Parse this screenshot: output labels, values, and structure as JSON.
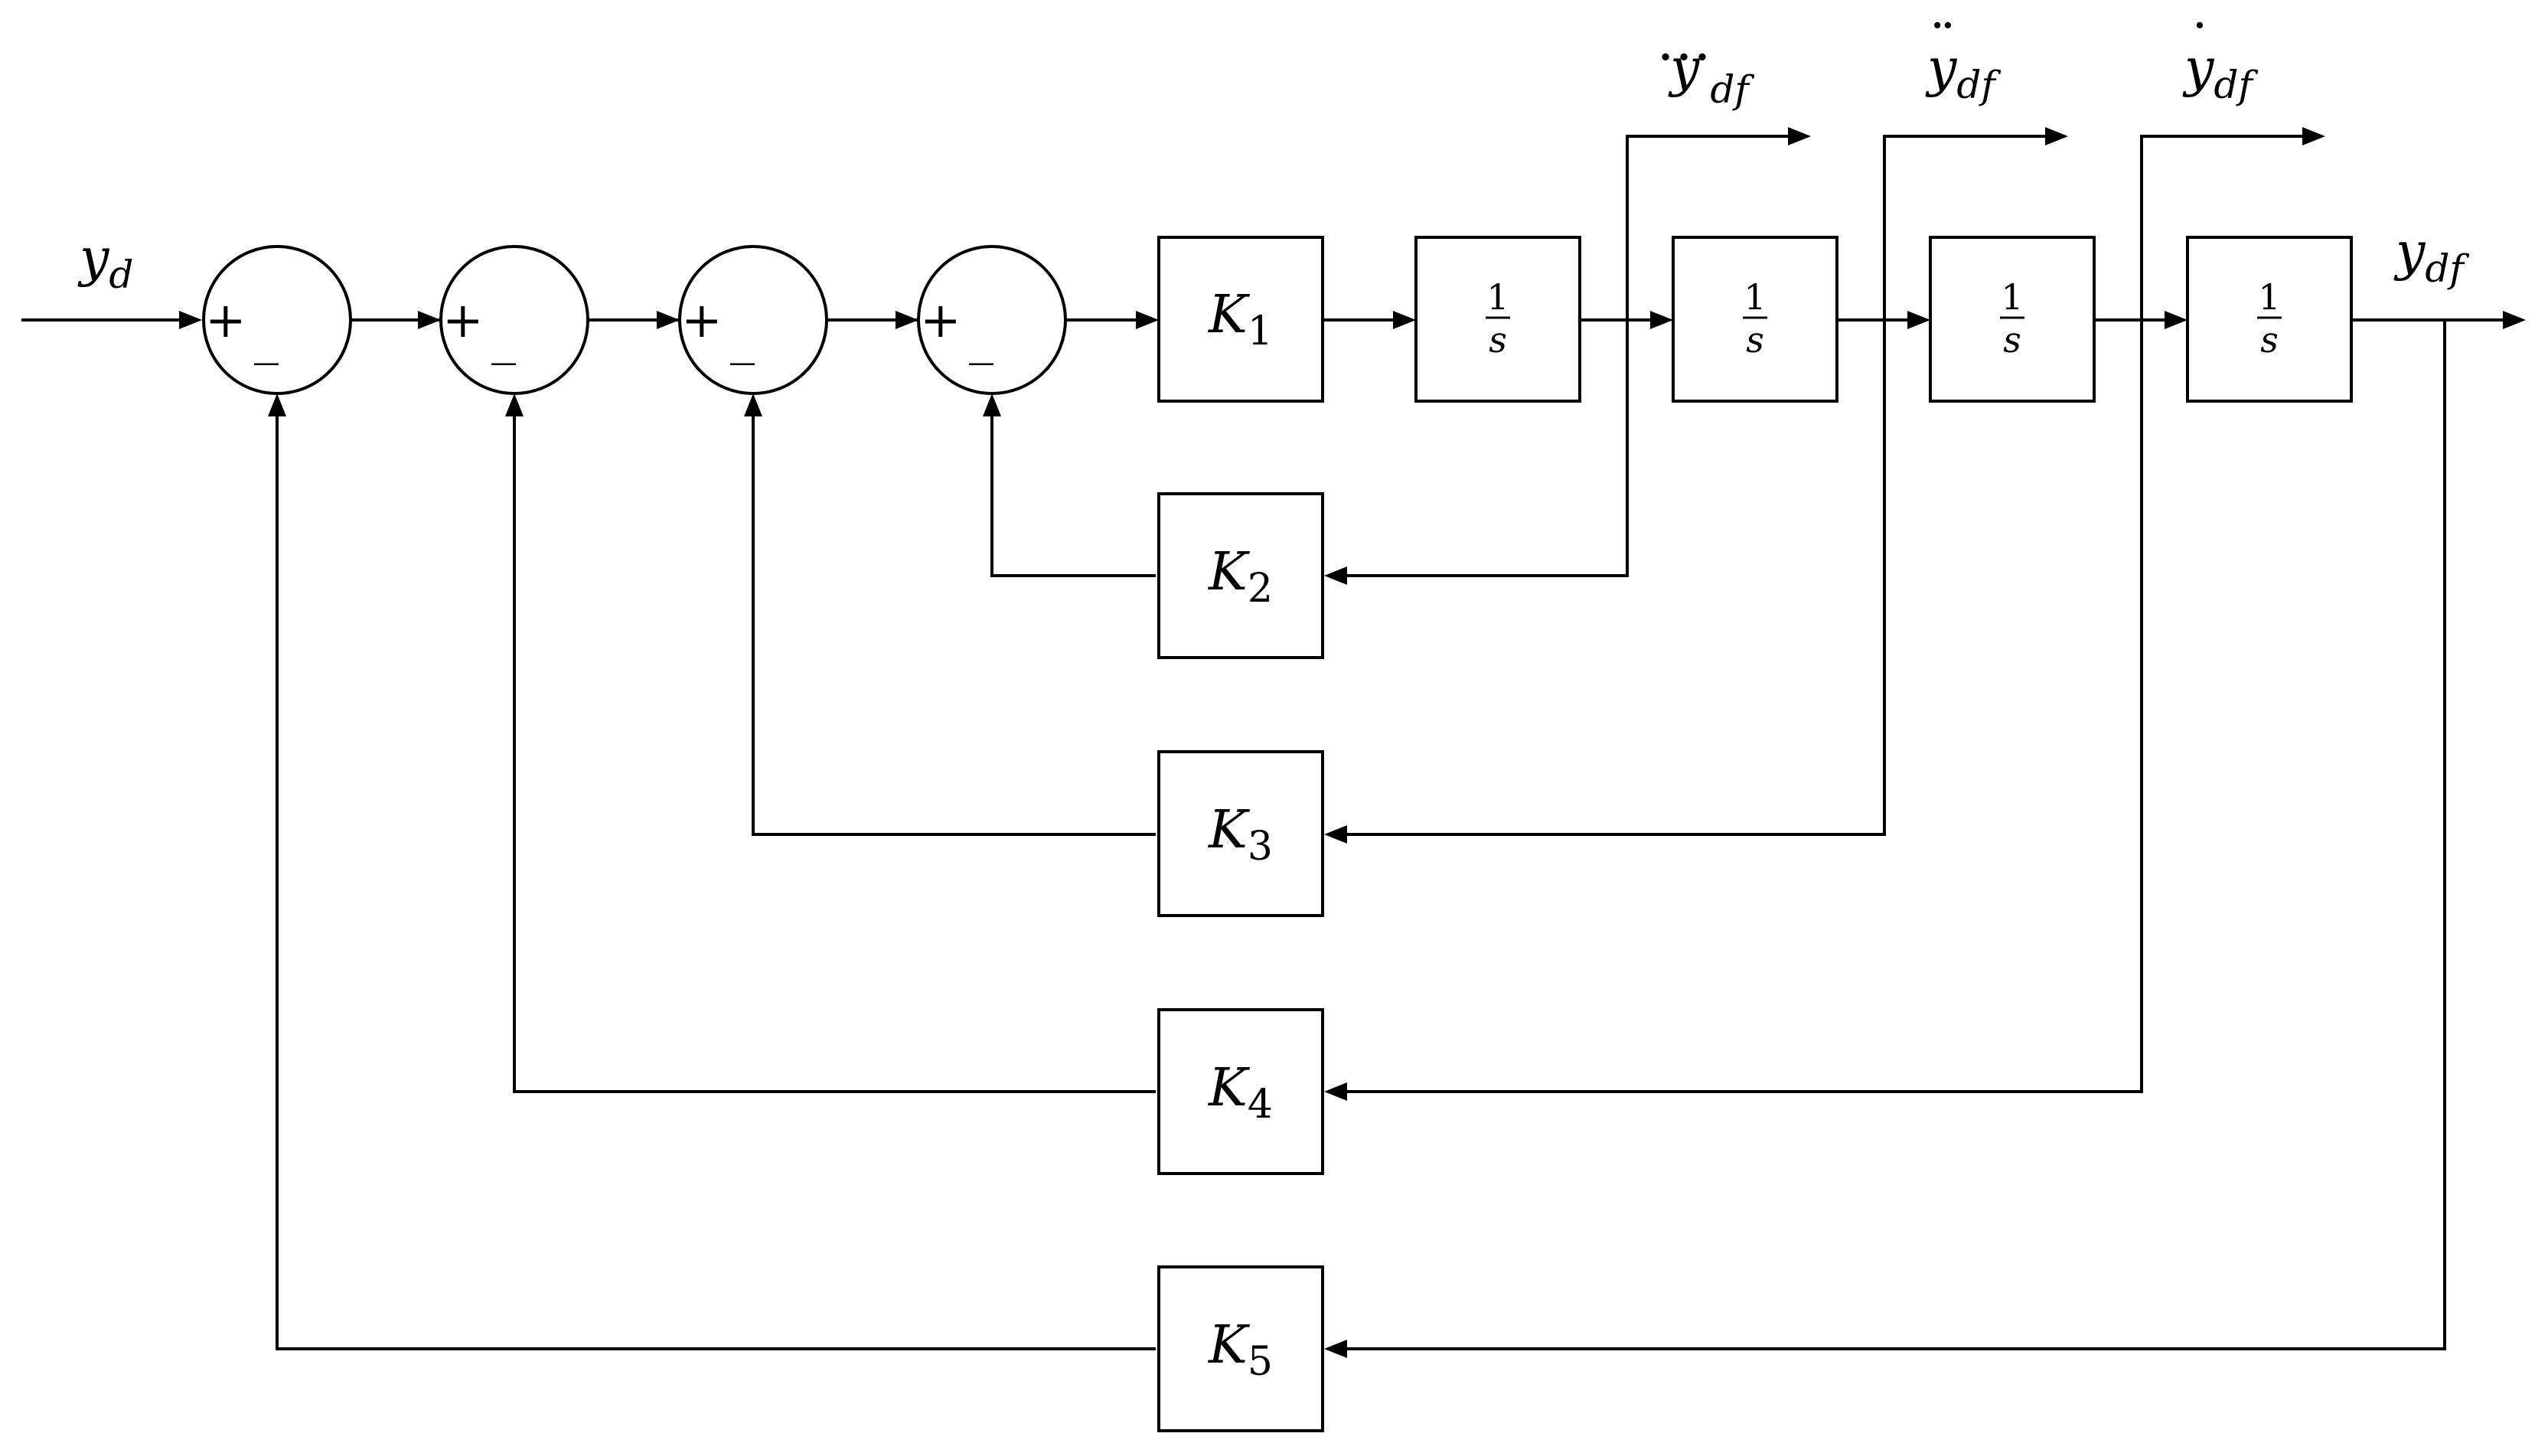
{
  "diagram": {
    "input_label": {
      "base": "y",
      "sub": "d"
    },
    "output_label": {
      "base": "y",
      "sub": "df"
    },
    "tap_labels": [
      {
        "accent": "⃛",
        "base": "y",
        "sub": "df"
      },
      {
        "accent": "̈",
        "base": "y",
        "sub": "df"
      },
      {
        "accent": "̇",
        "base": "y",
        "sub": "df"
      }
    ],
    "sum_signs": {
      "plus": "+",
      "minus": "_"
    },
    "integrator": {
      "numerator": "1",
      "denominator": "s"
    },
    "gains": [
      {
        "base": "K",
        "sub": "1"
      },
      {
        "base": "K",
        "sub": "2"
      },
      {
        "base": "K",
        "sub": "3"
      },
      {
        "base": "K",
        "sub": "4"
      },
      {
        "base": "K",
        "sub": "5"
      }
    ]
  },
  "colors": {
    "stroke": "#000000",
    "background": "#ffffff"
  }
}
